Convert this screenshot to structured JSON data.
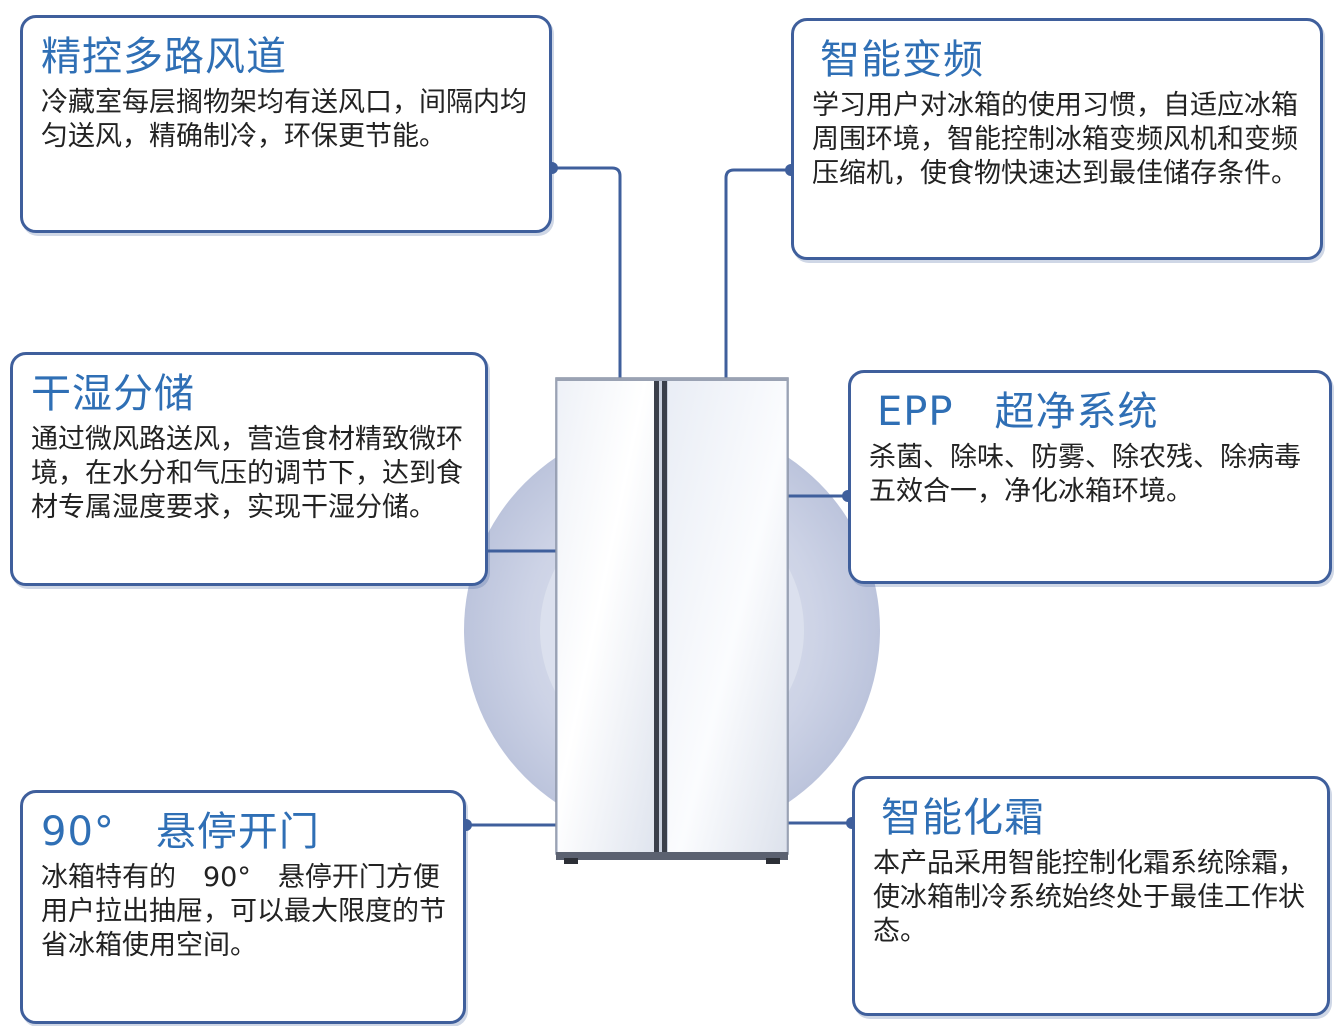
{
  "cards": {
    "precise_airflow": {
      "title": "精控多路风道",
      "desc": "冷藏室每层搁物架均有送风口，间隔内均匀送风，精确制冷，环保更节能。"
    },
    "smart_inverter": {
      "title": "智能变频",
      "desc": "学习用户对冰箱的使用习惯，自适应冰箱周围环境，智能控制冰箱变频风机和变频压缩机，使食物快速达到最佳储存条件。"
    },
    "dry_wet_storage": {
      "title": "干湿分储",
      "desc": "通过微风路送风，营造食材精致微环境，在水分和气压的调节下，达到食材专属湿度要求，实现干湿分储。"
    },
    "epp_clean": {
      "title": "EPP　超净系统",
      "desc": "杀菌、除味、防雾、除农残、除病毒五效合一，净化冰箱环境。"
    },
    "hover_door": {
      "title": "90°　悬停开门",
      "desc": "冰箱特有的　90°　悬停开门方便用户拉出抽屉，可以最大限度的节省冰箱使用空间。"
    },
    "smart_defrost": {
      "title": "智能化霜",
      "desc": "本产品采用智能控制化霜系统除霜，使冰箱制冷系统始终处于最佳工作状态。"
    }
  },
  "colors": {
    "border": "#3f5f9c",
    "title": "#2f6fb5",
    "text": "#222222",
    "halo": "#c7cde2",
    "connector": "#3f5f9c"
  },
  "icons": {
    "product": "side-by-side-refrigerator-icon"
  }
}
